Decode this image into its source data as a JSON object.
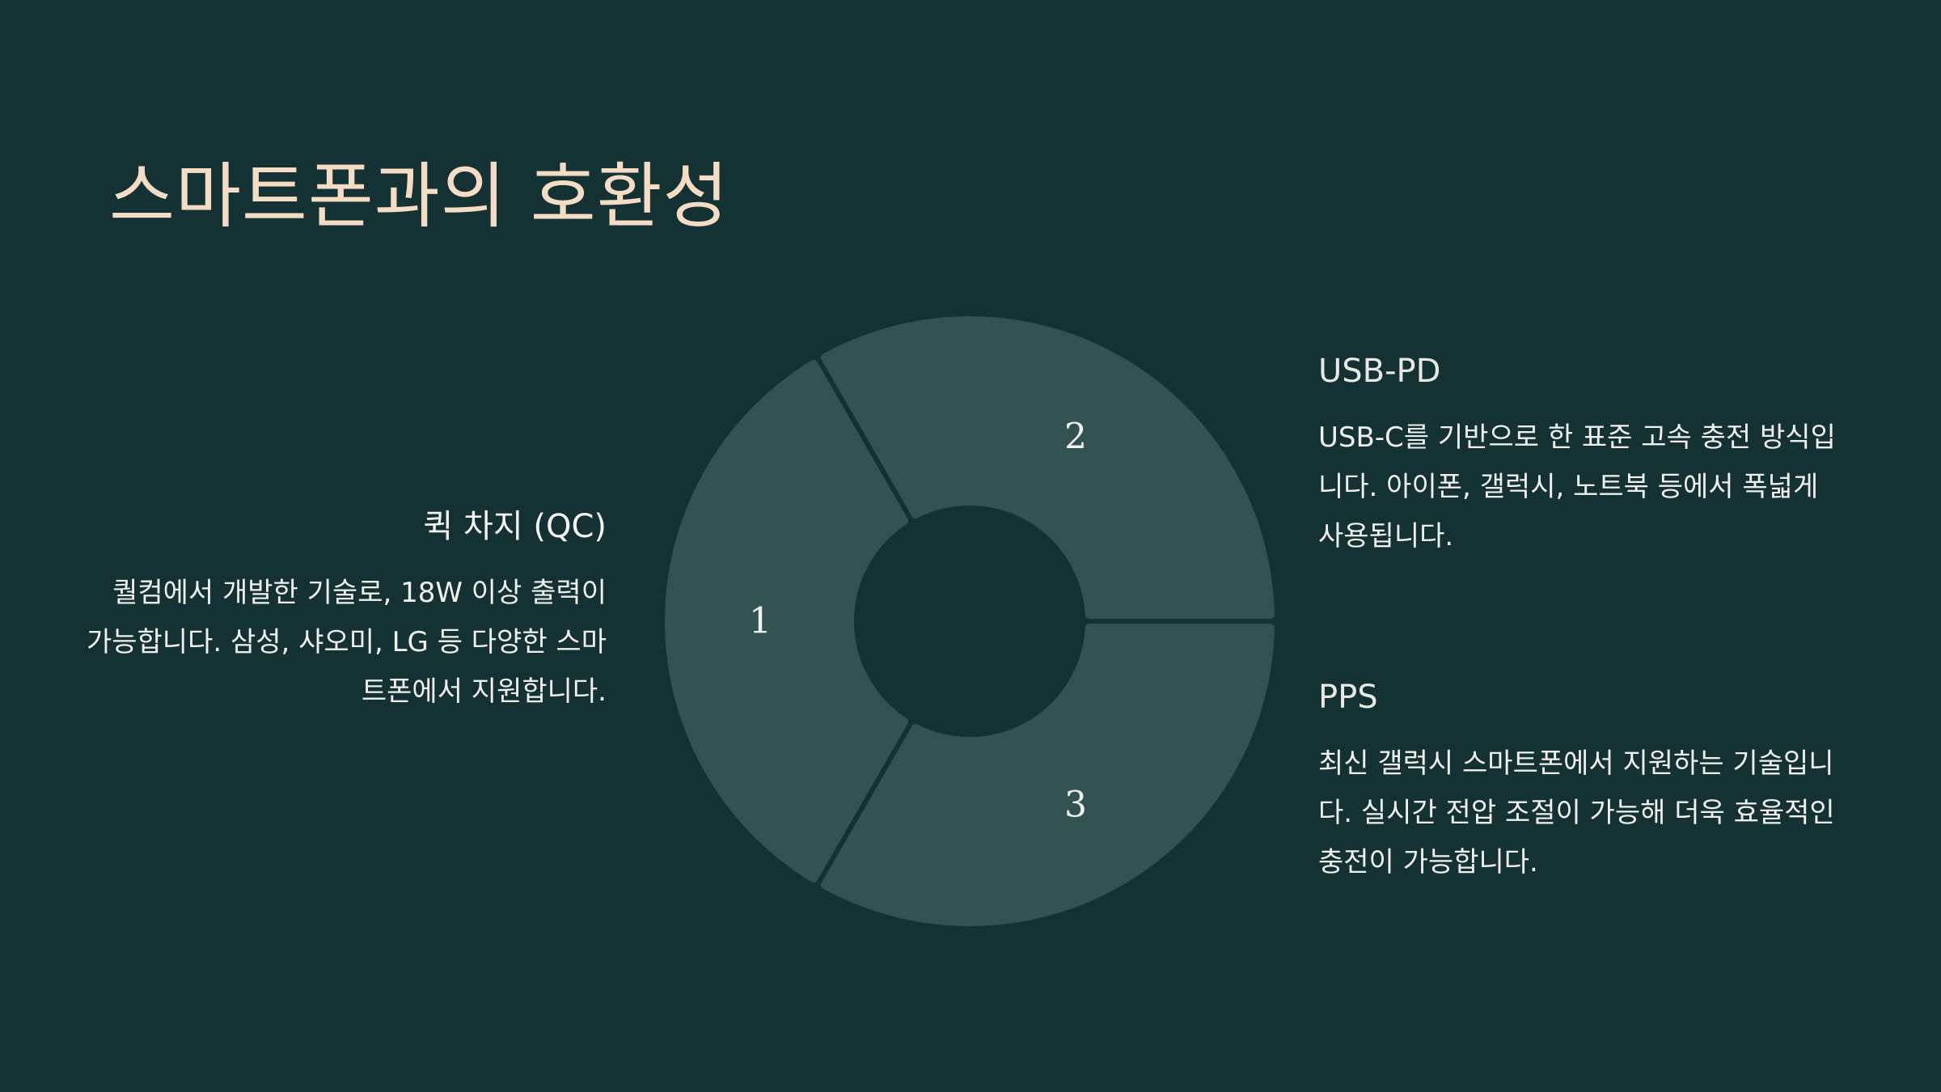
{
  "slide": {
    "title": "스마트폰과의 호환성"
  },
  "diagram": {
    "type": "donut-cycle",
    "segment_color": "#325352",
    "background_color": "#143133",
    "segments": [
      {
        "number": "1"
      },
      {
        "number": "2"
      },
      {
        "number": "3"
      }
    ]
  },
  "items": [
    {
      "heading": "퀵 차지 (QC)",
      "body": "퀄컴에서 개발한 기술로, 18W 이상 출력이 가능합니다. 삼성, 샤오미, LG 등 다양한 스마트폰에서 지원합니다."
    },
    {
      "heading": "USB-PD",
      "body": "USB-C를 기반으로 한 표준 고속 충전 방식입니다. 아이폰, 갤럭시, 노트북 등에서 폭넓게 사용됩니다."
    },
    {
      "heading": "PPS",
      "body": "최신 갤럭시 스마트폰에서 지원하는 기술입니다. 실시간 전압 조절이 가능해 더욱 효율적인 충전이 가능합니다."
    }
  ],
  "colors": {
    "title": "#f5dcc4",
    "text": "#f4f4f0"
  }
}
